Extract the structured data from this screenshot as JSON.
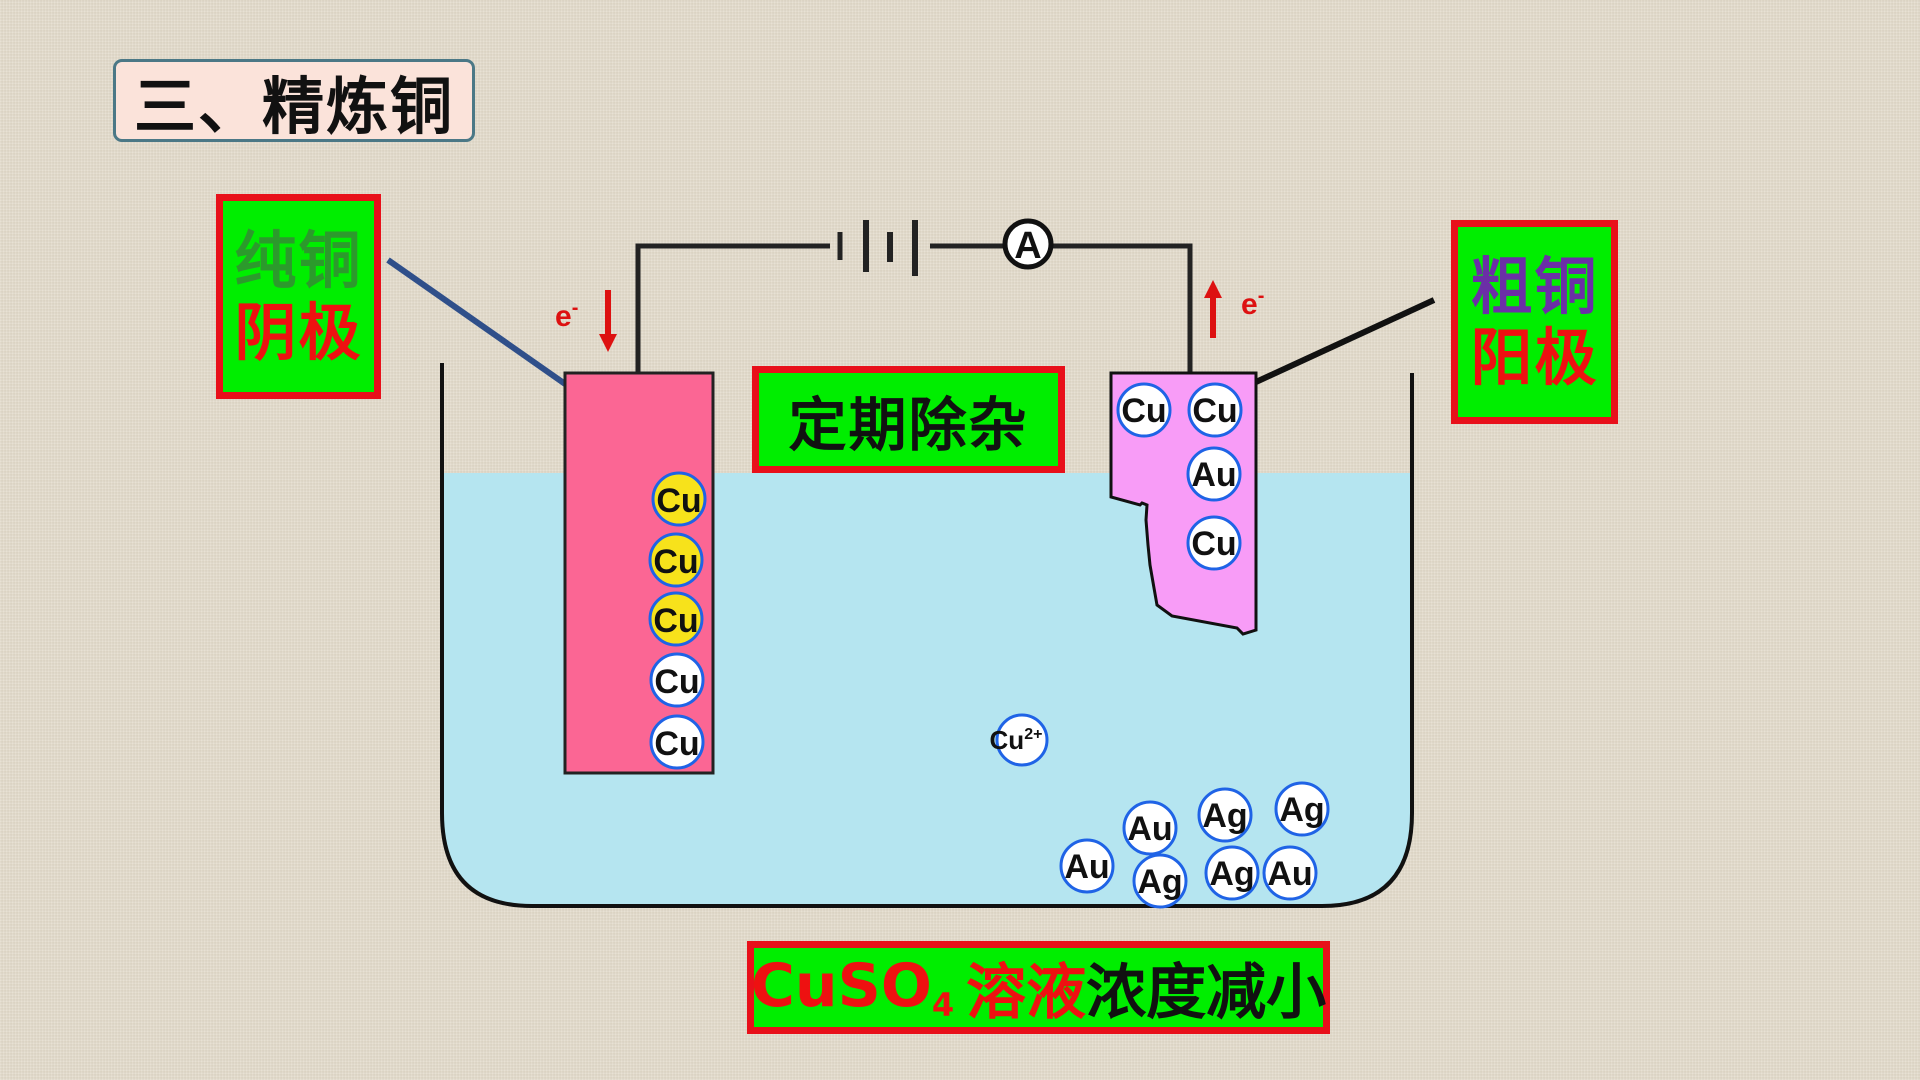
{
  "title": "三、精炼铜",
  "cathode": {
    "line1": "纯铜",
    "line2": "阴极"
  },
  "anode": {
    "line1": "粗铜",
    "line2": "阳极"
  },
  "note": "定期除杂",
  "ammeter": "A",
  "electron_left": {
    "base": "e",
    "sup": "-"
  },
  "electron_right": {
    "base": "e",
    "sup": "-"
  },
  "cathode_particles": [
    {
      "label": "Cu",
      "fill": "#f7e21b"
    },
    {
      "label": "Cu",
      "fill": "#f7e21b"
    },
    {
      "label": "Cu",
      "fill": "#f7e21b"
    },
    {
      "label": "Cu",
      "fill": "#ffffff"
    },
    {
      "label": "Cu",
      "fill": "#ffffff"
    }
  ],
  "anode_particles": [
    "Cu",
    "Cu",
    "Au",
    "Cu"
  ],
  "ion": {
    "base": "Cu",
    "sup": "2+"
  },
  "sludge": [
    "Au",
    "Ag",
    "Ag",
    "Au",
    "Ag",
    "Ag",
    "Au"
  ],
  "result": {
    "formula": "CuSO",
    "sub": "4",
    "part2": "溶液",
    "part3": "浓度减小"
  },
  "colors": {
    "solution": "#b5e5f0",
    "cathode_plate": "#fb6694",
    "anode_plate": "#f89cf7",
    "label_bg": "#00ee00",
    "label_border": "#e8101a",
    "particle_outline": "#1f63e6",
    "arrow": "#dd1111"
  }
}
